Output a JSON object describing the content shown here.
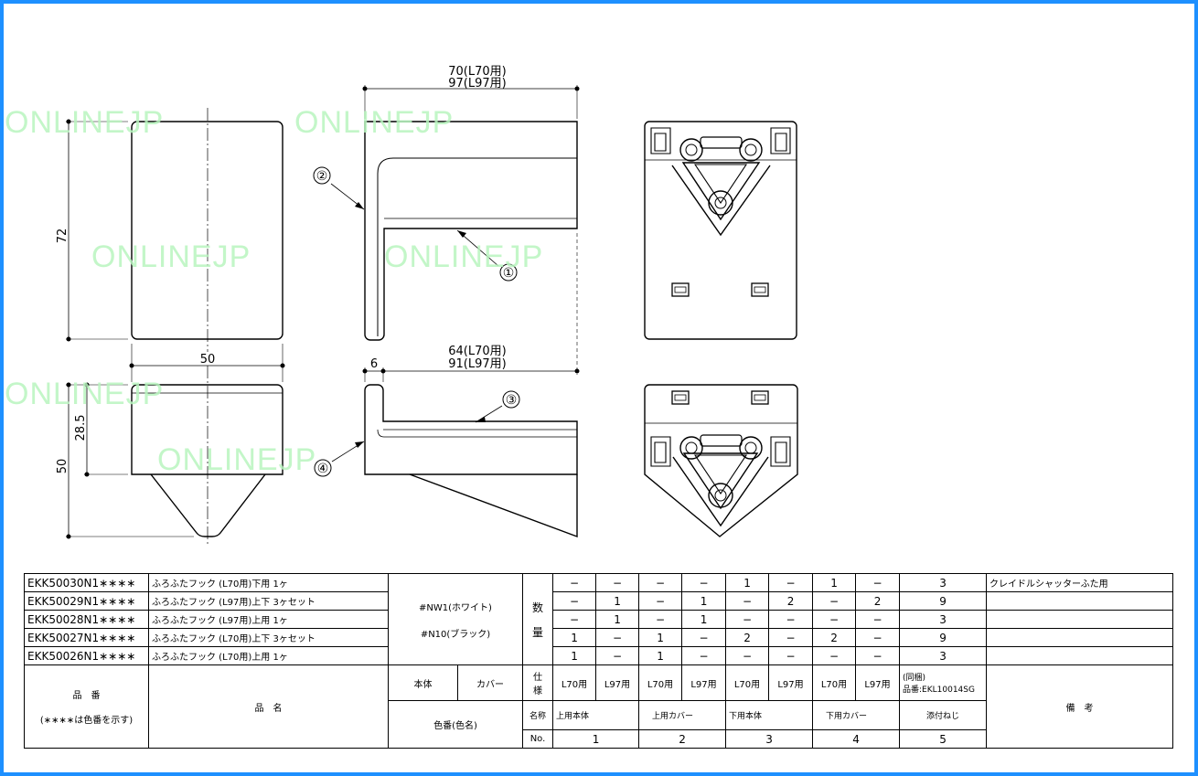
{
  "watermark": "ONLINEJP",
  "dimensions": {
    "width_top_1": "70(L70用)",
    "width_top_2": "97(L97用)",
    "width_mid_1": "64(L70用)",
    "width_mid_2": "91(L97用)",
    "offset": "6",
    "height_front": "72",
    "width_front": "50",
    "height_lower": "28.5",
    "height_lower_total": "50"
  },
  "callouts": [
    "①",
    "②",
    "③",
    "④"
  ],
  "table": {
    "rows": [
      {
        "code": "EKK50030N1∗∗∗∗",
        "name": "ふろふたフック (L70用)下用 1ヶ",
        "qty": [
          "−",
          "−",
          "−",
          "−",
          "1",
          "−",
          "1",
          "−",
          "3"
        ],
        "remarks": "クレイドルシャッターふた用"
      },
      {
        "code": "EKK50029N1∗∗∗∗",
        "name": "ふろふたフック (L97用)上下 3ヶセット",
        "qty": [
          "−",
          "1",
          "−",
          "1",
          "−",
          "2",
          "−",
          "2",
          "9"
        ],
        "remarks": ""
      },
      {
        "code": "EKK50028N1∗∗∗∗",
        "name": "ふろふたフック (L97用)上用 1ヶ",
        "qty": [
          "−",
          "1",
          "−",
          "1",
          "−",
          "−",
          "−",
          "−",
          "3"
        ],
        "remarks": ""
      },
      {
        "code": "EKK50027N1∗∗∗∗",
        "name": "ふろふたフック (L70用)上下 3ヶセット",
        "qty": [
          "1",
          "−",
          "1",
          "−",
          "2",
          "−",
          "2",
          "−",
          "9"
        ],
        "remarks": ""
      },
      {
        "code": "EKK50026N1∗∗∗∗",
        "name": "ふろふたフック (L70用)上用 1ヶ",
        "qty": [
          "1",
          "−",
          "1",
          "−",
          "−",
          "−",
          "−",
          "−",
          "3"
        ],
        "remarks": ""
      }
    ],
    "colors": [
      "#NW1(ホワイト)",
      "#N10(ブラック)"
    ],
    "qty_label": [
      "数",
      "量"
    ],
    "spec_label": [
      "仕",
      "様"
    ],
    "spec": [
      "L70用",
      "L97用",
      "L70用",
      "L97用",
      "L70用",
      "L97用",
      "L70用",
      "L97用"
    ],
    "spec_extra_1": "(同梱)",
    "spec_extra_2": "品番:EKL10014SG",
    "name_label": "名称",
    "part_names": [
      "上用本体",
      "上用カバー",
      "下用本体",
      "下用カバー",
      "添付ねじ"
    ],
    "no_label": "No.",
    "part_numbers": [
      "1",
      "2",
      "3",
      "4",
      "5"
    ],
    "header_code": "品　番",
    "header_code_note": "(∗∗∗∗は色番を示す)",
    "header_name": "品　名",
    "header_body": "本体",
    "header_cover": "カバー",
    "header_color": "色番(色名)",
    "header_remarks": "備　考"
  }
}
